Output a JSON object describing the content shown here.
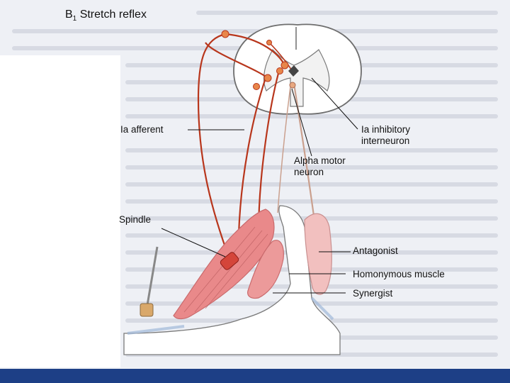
{
  "title": {
    "prefix": "B",
    "subscript": "1",
    "text": "Stretch reflex"
  },
  "labels": {
    "ia_afferent": "Ia afferent",
    "ia_inhibitory": "Ia inhibitory",
    "interneuron": "interneuron",
    "alpha_motor": "Alpha motor",
    "neuron": "neuron",
    "spindle": "Spindle",
    "antagonist": "Antagonist",
    "homonymous": "Homonymous muscle",
    "synergist": "Synergist"
  },
  "colors": {
    "nerve": "#b8361c",
    "muscle": "#e9898a",
    "muscle_light": "#f2c0bf",
    "bone": "#ffffff",
    "cord": "#ffffff",
    "footer": "#1d3f86"
  }
}
